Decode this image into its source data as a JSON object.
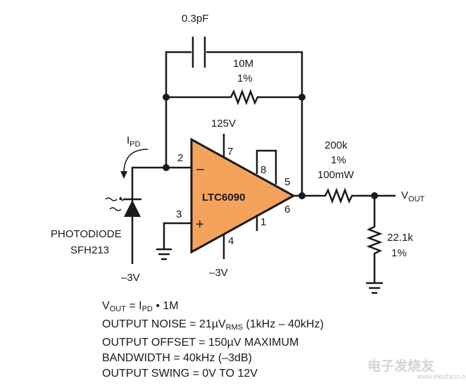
{
  "capacitor": {
    "value": "0.3pF"
  },
  "feedback_resistor": {
    "value": "10M",
    "tolerance": "1%"
  },
  "photodiode": {
    "current_label": "I",
    "current_sub": "PD",
    "name": "PHOTODIODE",
    "part": "SFH213",
    "bias": "–3V"
  },
  "opamp": {
    "part": "LTC6090",
    "inverting_symbol": "–",
    "noninverting_symbol": "+",
    "supply_pos": "125V",
    "supply_neg": "–3V",
    "pins": {
      "inv": "2",
      "noninv": "3",
      "vpos": "7",
      "vneg": "4",
      "pin8": "8",
      "pin5": "5",
      "out": "6",
      "pin1": "1"
    }
  },
  "output_resistor": {
    "value": "200k",
    "tolerance": "1%",
    "power": "100mW"
  },
  "load_resistor": {
    "value": "22.1k",
    "tolerance": "1%"
  },
  "output": {
    "label": "V",
    "sub": "OUT"
  },
  "specs": {
    "vout": {
      "a": "V",
      "a_sub": "OUT",
      "b": " = I",
      "b_sub": "PD",
      "c": " • 1M"
    },
    "noise": {
      "a": "OUTPUT NOISE = 21µV",
      "a_sub": "RMS",
      "b": " (1kHz – 40kHz)"
    },
    "offset": "OUTPUT OFFSET = 150µV MAXIMUM",
    "bandwidth": "BANDWIDTH = 40kHz (–3dB)",
    "swing": "OUTPUT SWING = 0V TO 12V"
  },
  "watermark": {
    "cn": "电子发烧友",
    "url": "www.elecfans.com"
  },
  "colors": {
    "opamp_fill": "#f5a35c",
    "line": "#1a1a1a"
  }
}
